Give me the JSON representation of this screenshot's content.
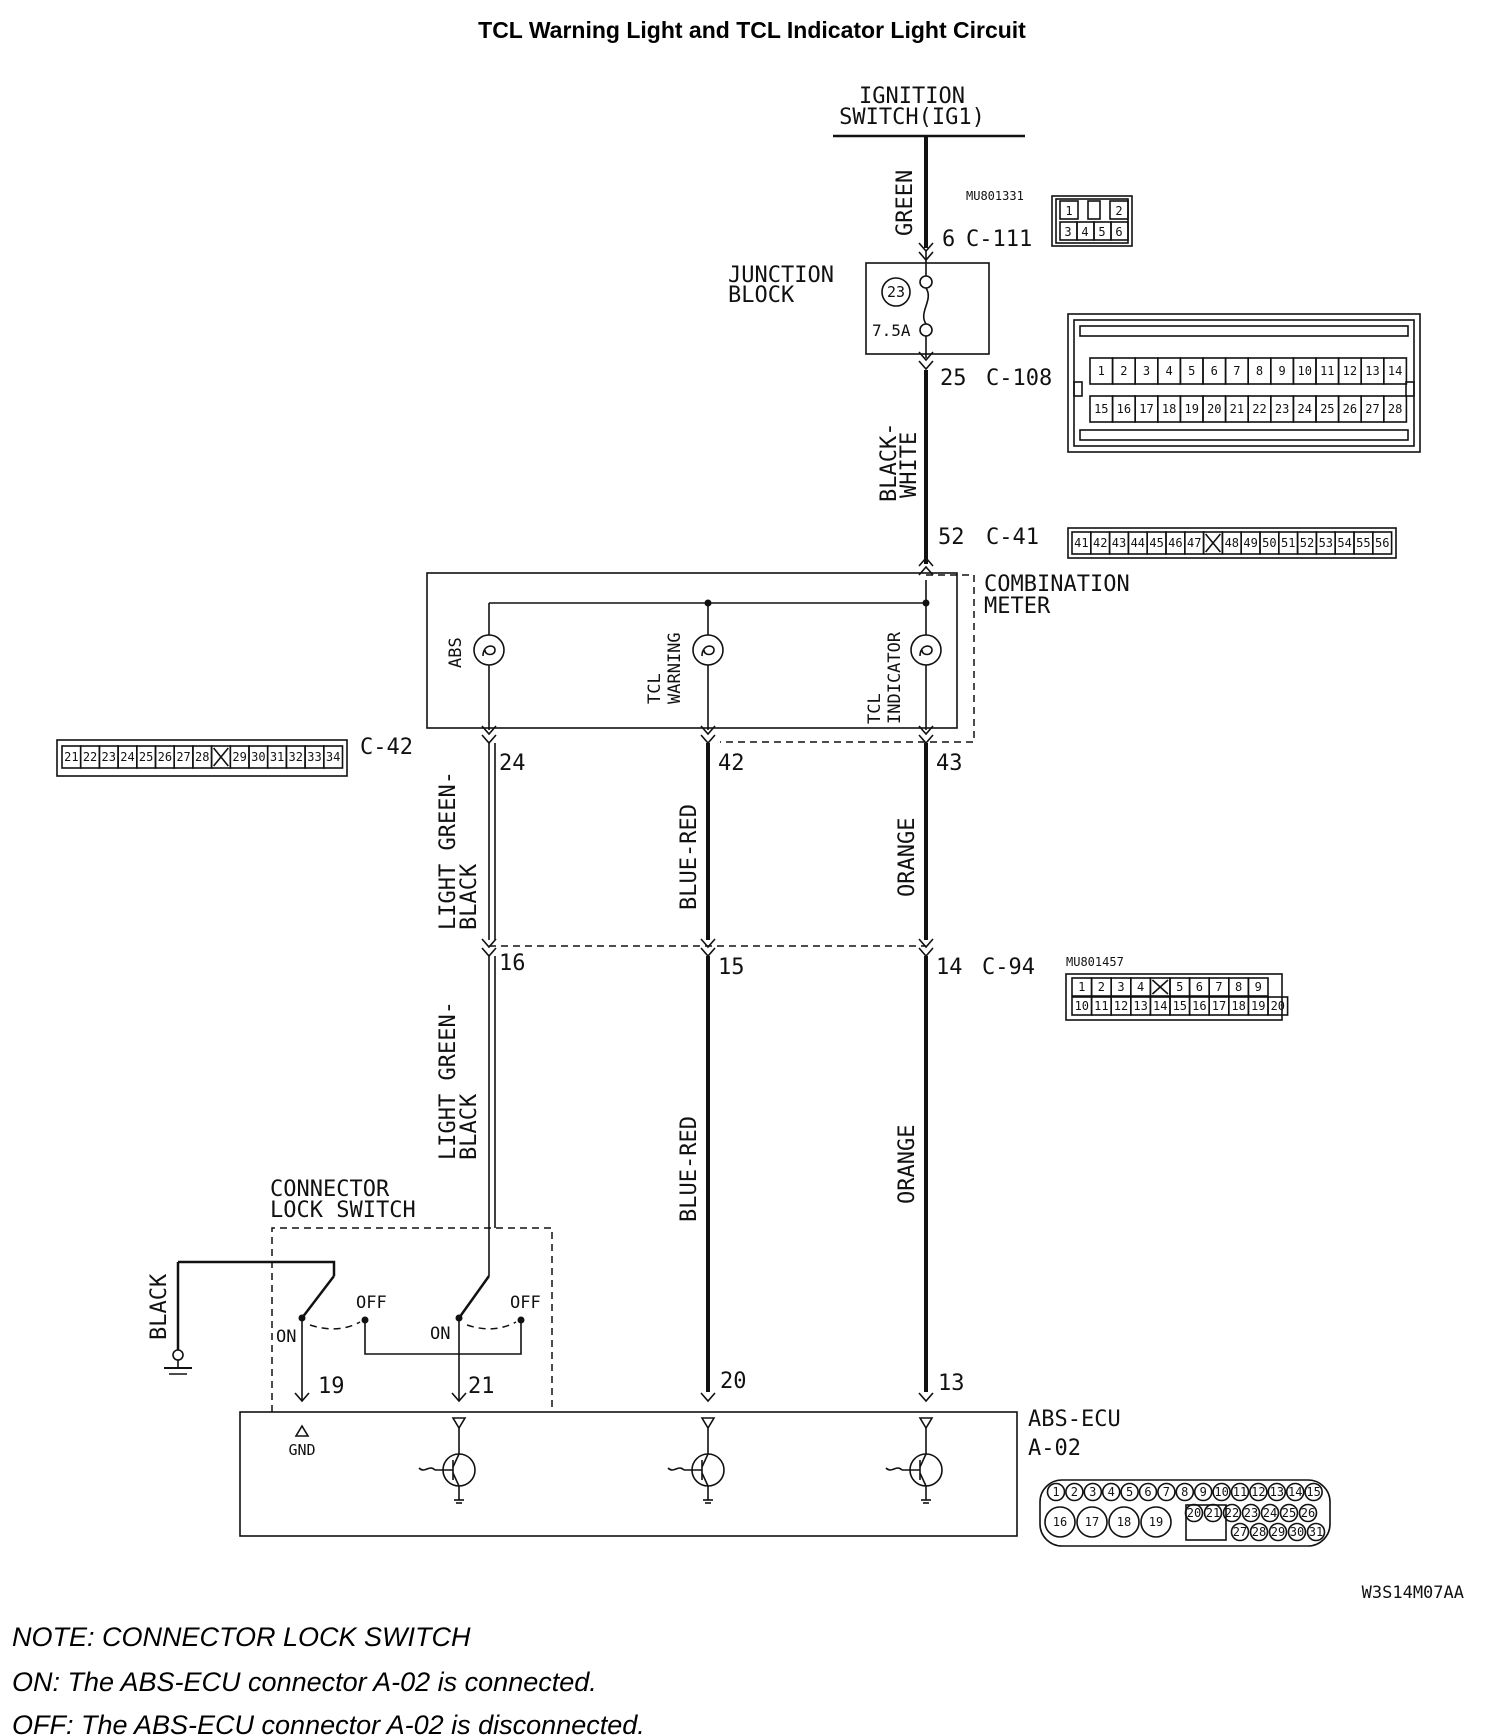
{
  "title": "TCL Warning Light and TCL Indicator Light Circuit",
  "ignition": {
    "line1": "IGNITION",
    "line2": "SWITCH(IG1)"
  },
  "wires": {
    "green": "GREEN",
    "black_white_1": "BLACK-",
    "black_white_2": "WHITE",
    "lgb_1": "LIGHT GREEN-",
    "lgb_2": "BLACK",
    "blue_red": "BLUE-RED",
    "orange": "ORANGE",
    "black": "BLACK"
  },
  "junction_block": {
    "line1": "JUNCTION",
    "line2": "BLOCK",
    "fuse_no": "23",
    "fuse_rating": "7.5A"
  },
  "connectors": {
    "c111": {
      "pin": "6",
      "name": "C-111",
      "part": "MU801331",
      "cells": [
        "1",
        "2",
        "3",
        "4",
        "5",
        "6"
      ]
    },
    "c108": {
      "pin": "25",
      "name": "C-108",
      "row1": [
        "1",
        "2",
        "3",
        "4",
        "5",
        "6",
        "7",
        "8",
        "9",
        "10",
        "11",
        "12",
        "13",
        "14"
      ],
      "row2": [
        "15",
        "16",
        "17",
        "18",
        "19",
        "20",
        "21",
        "22",
        "23",
        "24",
        "25",
        "26",
        "27",
        "28"
      ]
    },
    "c41": {
      "pin": "52",
      "name": "C-41",
      "cells": [
        "41",
        "42",
        "43",
        "44",
        "45",
        "46",
        "47",
        "",
        "48",
        "49",
        "50",
        "51",
        "52",
        "53",
        "54",
        "55",
        "56"
      ]
    },
    "c42": {
      "name": "C-42",
      "cells": [
        "21",
        "22",
        "23",
        "24",
        "25",
        "26",
        "27",
        "28",
        "",
        "29",
        "30",
        "31",
        "32",
        "33",
        "34"
      ]
    },
    "c94": {
      "name": "C-94",
      "part": "MU801457",
      "row1": [
        "1",
        "2",
        "3",
        "4",
        "",
        "5",
        "6",
        "7",
        "8",
        "9"
      ],
      "row2": [
        "10",
        "11",
        "12",
        "13",
        "14",
        "15",
        "16",
        "17",
        "18",
        "19",
        "20"
      ]
    },
    "a02": {
      "name": "A-02",
      "row1": [
        "1",
        "2",
        "3",
        "4",
        "5",
        "6",
        "7",
        "8",
        "9",
        "10",
        "11",
        "12",
        "13",
        "14",
        "15"
      ],
      "big": [
        "16",
        "17",
        "18",
        "19"
      ],
      "mid": [
        "20",
        "21",
        "22",
        "23",
        "24",
        "25",
        "26"
      ],
      "bot": [
        "27",
        "28",
        "29",
        "30",
        "31"
      ]
    }
  },
  "combination_meter": {
    "line1": "COMBINATION",
    "line2": "METER",
    "abs": "ABS",
    "tcl_warn_1": "TCL",
    "tcl_warn_2": "WARNING",
    "tcl_ind_1": "TCL",
    "tcl_ind_2": "INDICATOR"
  },
  "pins": {
    "p24": "24",
    "p42": "42",
    "p43": "43",
    "p16": "16",
    "p15": "15",
    "p14": "14",
    "p19": "19",
    "p21": "21",
    "p20": "20",
    "p13": "13"
  },
  "lock_switch": {
    "line1": "CONNECTOR",
    "line2": "LOCK SWITCH",
    "on": "ON",
    "off": "OFF"
  },
  "abs_ecu": {
    "name": "ABS-ECU",
    "gnd": "GND"
  },
  "code": "W3S14M07AA",
  "notes": [
    "NOTE: CONNECTOR LOCK SWITCH",
    "ON: The ABS-ECU connector A-02 is connected.",
    "OFF: The ABS-ECU connector A-02 is disconnected."
  ]
}
